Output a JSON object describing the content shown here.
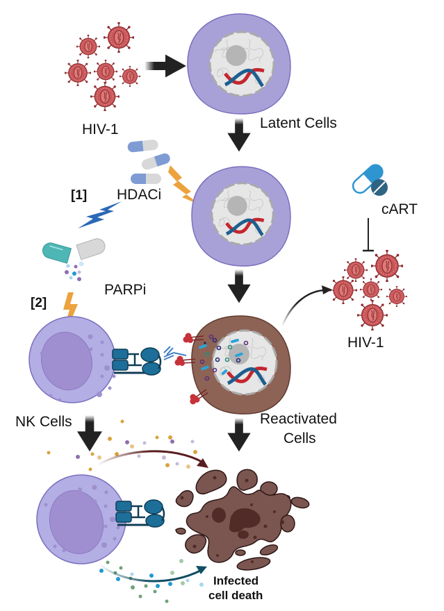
{
  "labels": {
    "hiv_top": "HIV-1",
    "latent_cells": "Latent Cells",
    "hdaci": "HDACi",
    "step1": "[1]",
    "parpi": "PARPi",
    "step2": "[2]",
    "cart": "cART",
    "hiv_right": "HIV-1",
    "nk_cells": "NK Cells",
    "reactivated_line1": "Reactivated",
    "reactivated_line2": "Cells",
    "death_line1": "Infected",
    "death_line2": "cell death"
  },
  "colors": {
    "virus_fill": "#c9575a",
    "virus_inner": "#dd7b78",
    "virus_stroke": "#8e2b2f",
    "latent_cell": "#a8a1d8",
    "latent_cell_stroke": "#7a6fbf",
    "nucleus": "#e6e6e6",
    "nucleolus": "#b5b5b5",
    "dna_red": "#c5262e",
    "dna_blue": "#1c5f8f",
    "reactivated_cell": "#8d6355",
    "reactivated_stroke": "#5e3b31",
    "nk_cell": "#b3aee3",
    "nk_nucleus": "#a08fd0",
    "receptor": "#1d6f9a",
    "receptor_dark": "#0f3d55",
    "dead_cell": "#7b5650",
    "dead_cell_dark": "#512b28",
    "hdaci_pill": "#7f9bd4",
    "pill_grey": "#d8d8d8",
    "parpi_pill": "#4eb6b5",
    "cart_pill": "#2e95d1",
    "cart_tablet": "#2e6482",
    "bolt_orange": "#eca23d",
    "bolt_blue": "#2a69b6",
    "arrow_black": "#222222",
    "arrow_maroon": "#5a1d1f",
    "arrow_teal": "#104e63"
  }
}
